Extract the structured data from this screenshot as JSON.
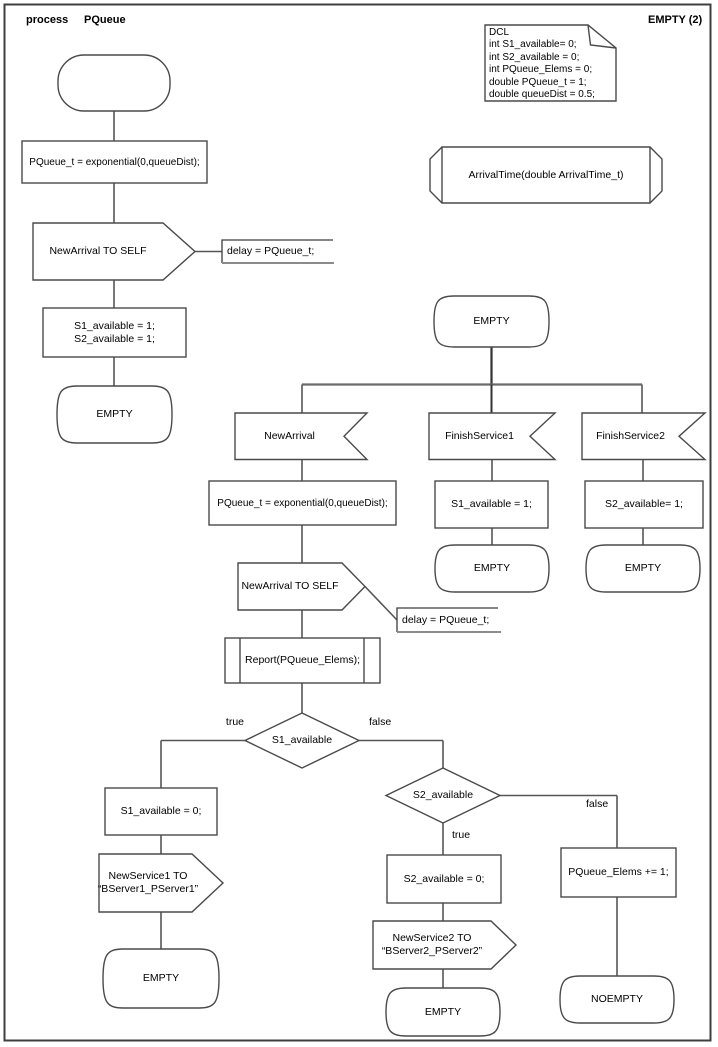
{
  "header": {
    "process_keyword": "process",
    "process_name": "PQueue",
    "page_label": "EMPTY (2)"
  },
  "declarations": {
    "text": "DCL\nint S1_available= 0;\nint S2_available = 0;\nint PQueue_Elems = 0;\ndouble PQueue_t = 1;\ndouble queueDist = 0.5;"
  },
  "procedure_decl": {
    "label": "ArrivalTime(double ArrivalTime_t)"
  },
  "init_flow": {
    "task_set_timer": "PQueue_t = exponential(0,queueDist);",
    "output_new_arrival": "NewArrival TO SELF",
    "comment_delay": "delay = PQueue_t;",
    "task_set_available": "S1_available = 1;\nS2_available = 1;",
    "state_empty": "EMPTY"
  },
  "empty_state_hub": {
    "state_label": "EMPTY"
  },
  "branch_new_arrival": {
    "input_label": "NewArrival",
    "task_set_timer": "PQueue_t = exponential(0,queueDist);",
    "output_self": "NewArrival TO SELF",
    "comment_delay": "delay = PQueue_t;",
    "call_report": "Report(PQueue_Elems);",
    "decision_s1": {
      "label": "S1_available",
      "true_label": "true",
      "false_label": "false"
    },
    "s1_true": {
      "task": "S1_available = 0;",
      "output": "NewService1 TO\n“BServer1_PServer1”",
      "state": "EMPTY"
    },
    "decision_s2": {
      "label": "S2_available",
      "true_label": "true",
      "false_label": "false"
    },
    "s2_true": {
      "task": "S2_available = 0;",
      "output": "NewService2 TO\n“BServer2_PServer2”",
      "state": "EMPTY"
    },
    "s2_false": {
      "task": "PQueue_Elems += 1;",
      "state": "NOEMPTY"
    }
  },
  "branch_finish_service1": {
    "input_label": "FinishService1",
    "task": "S1_available = 1;",
    "state": "EMPTY"
  },
  "branch_finish_service2": {
    "input_label": "FinishService2",
    "task": "S2_available= 1;",
    "state": "EMPTY"
  }
}
